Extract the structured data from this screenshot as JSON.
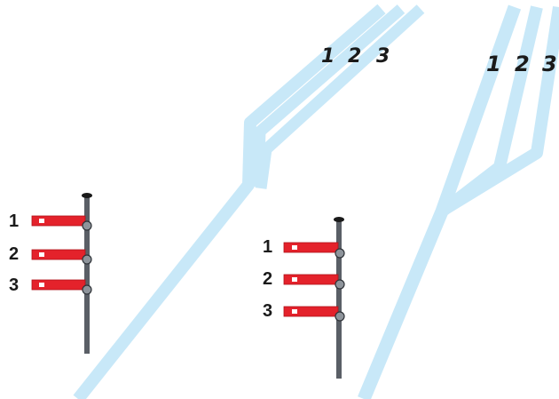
{
  "colors": {
    "track": "#c8e8f8",
    "arm_red": "#e4222b",
    "arm_white": "#ffffff",
    "post": "#5a5f66",
    "pivot": "#8e949b",
    "text": "#1a1a1a"
  },
  "left_junction": {
    "track_labels": [
      "1",
      "2",
      "3"
    ],
    "signal_labels": [
      "1",
      "2",
      "3"
    ]
  },
  "right_junction": {
    "track_labels": [
      "1",
      "2",
      "3"
    ],
    "signal_labels": [
      "1",
      "2",
      "3"
    ]
  }
}
